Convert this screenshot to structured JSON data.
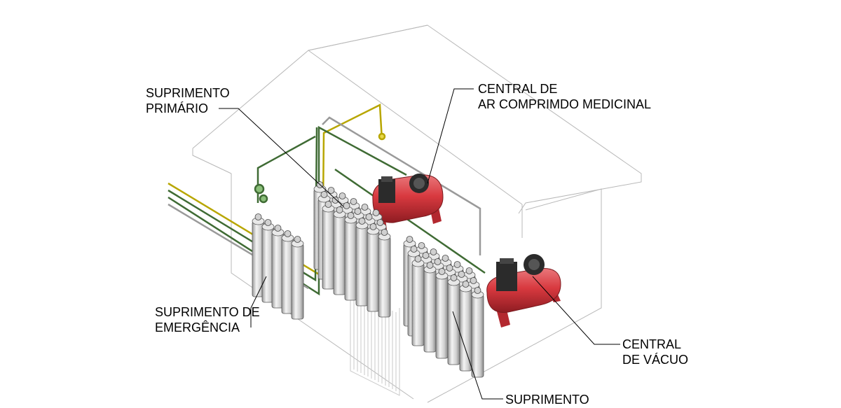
{
  "labels": {
    "primario": {
      "line1": "SUPRIMENTO",
      "line2": "PRIMÁRIO"
    },
    "ar": {
      "line1": "CENTRAL DE",
      "line2": "AR COMPRIMDO MEDICINAL"
    },
    "emergencia": {
      "line1": "SUPRIMENTO DE",
      "line2": "EMERGÊNCIA"
    },
    "vacuo": {
      "line1": "CENTRAL",
      "line2": "DE VÁCUO"
    },
    "reserva": {
      "line1": "SUPRIMENTO"
    }
  },
  "colors": {
    "outline": "#b8b8b8",
    "cylinder": "#dcdcdc",
    "compressor": "#d8393f",
    "motor": "#2b2b2b",
    "pipe_green": "#3f6b34",
    "pipe_yellow": "#b8a600",
    "pipe_gray": "#9a9a9a"
  }
}
